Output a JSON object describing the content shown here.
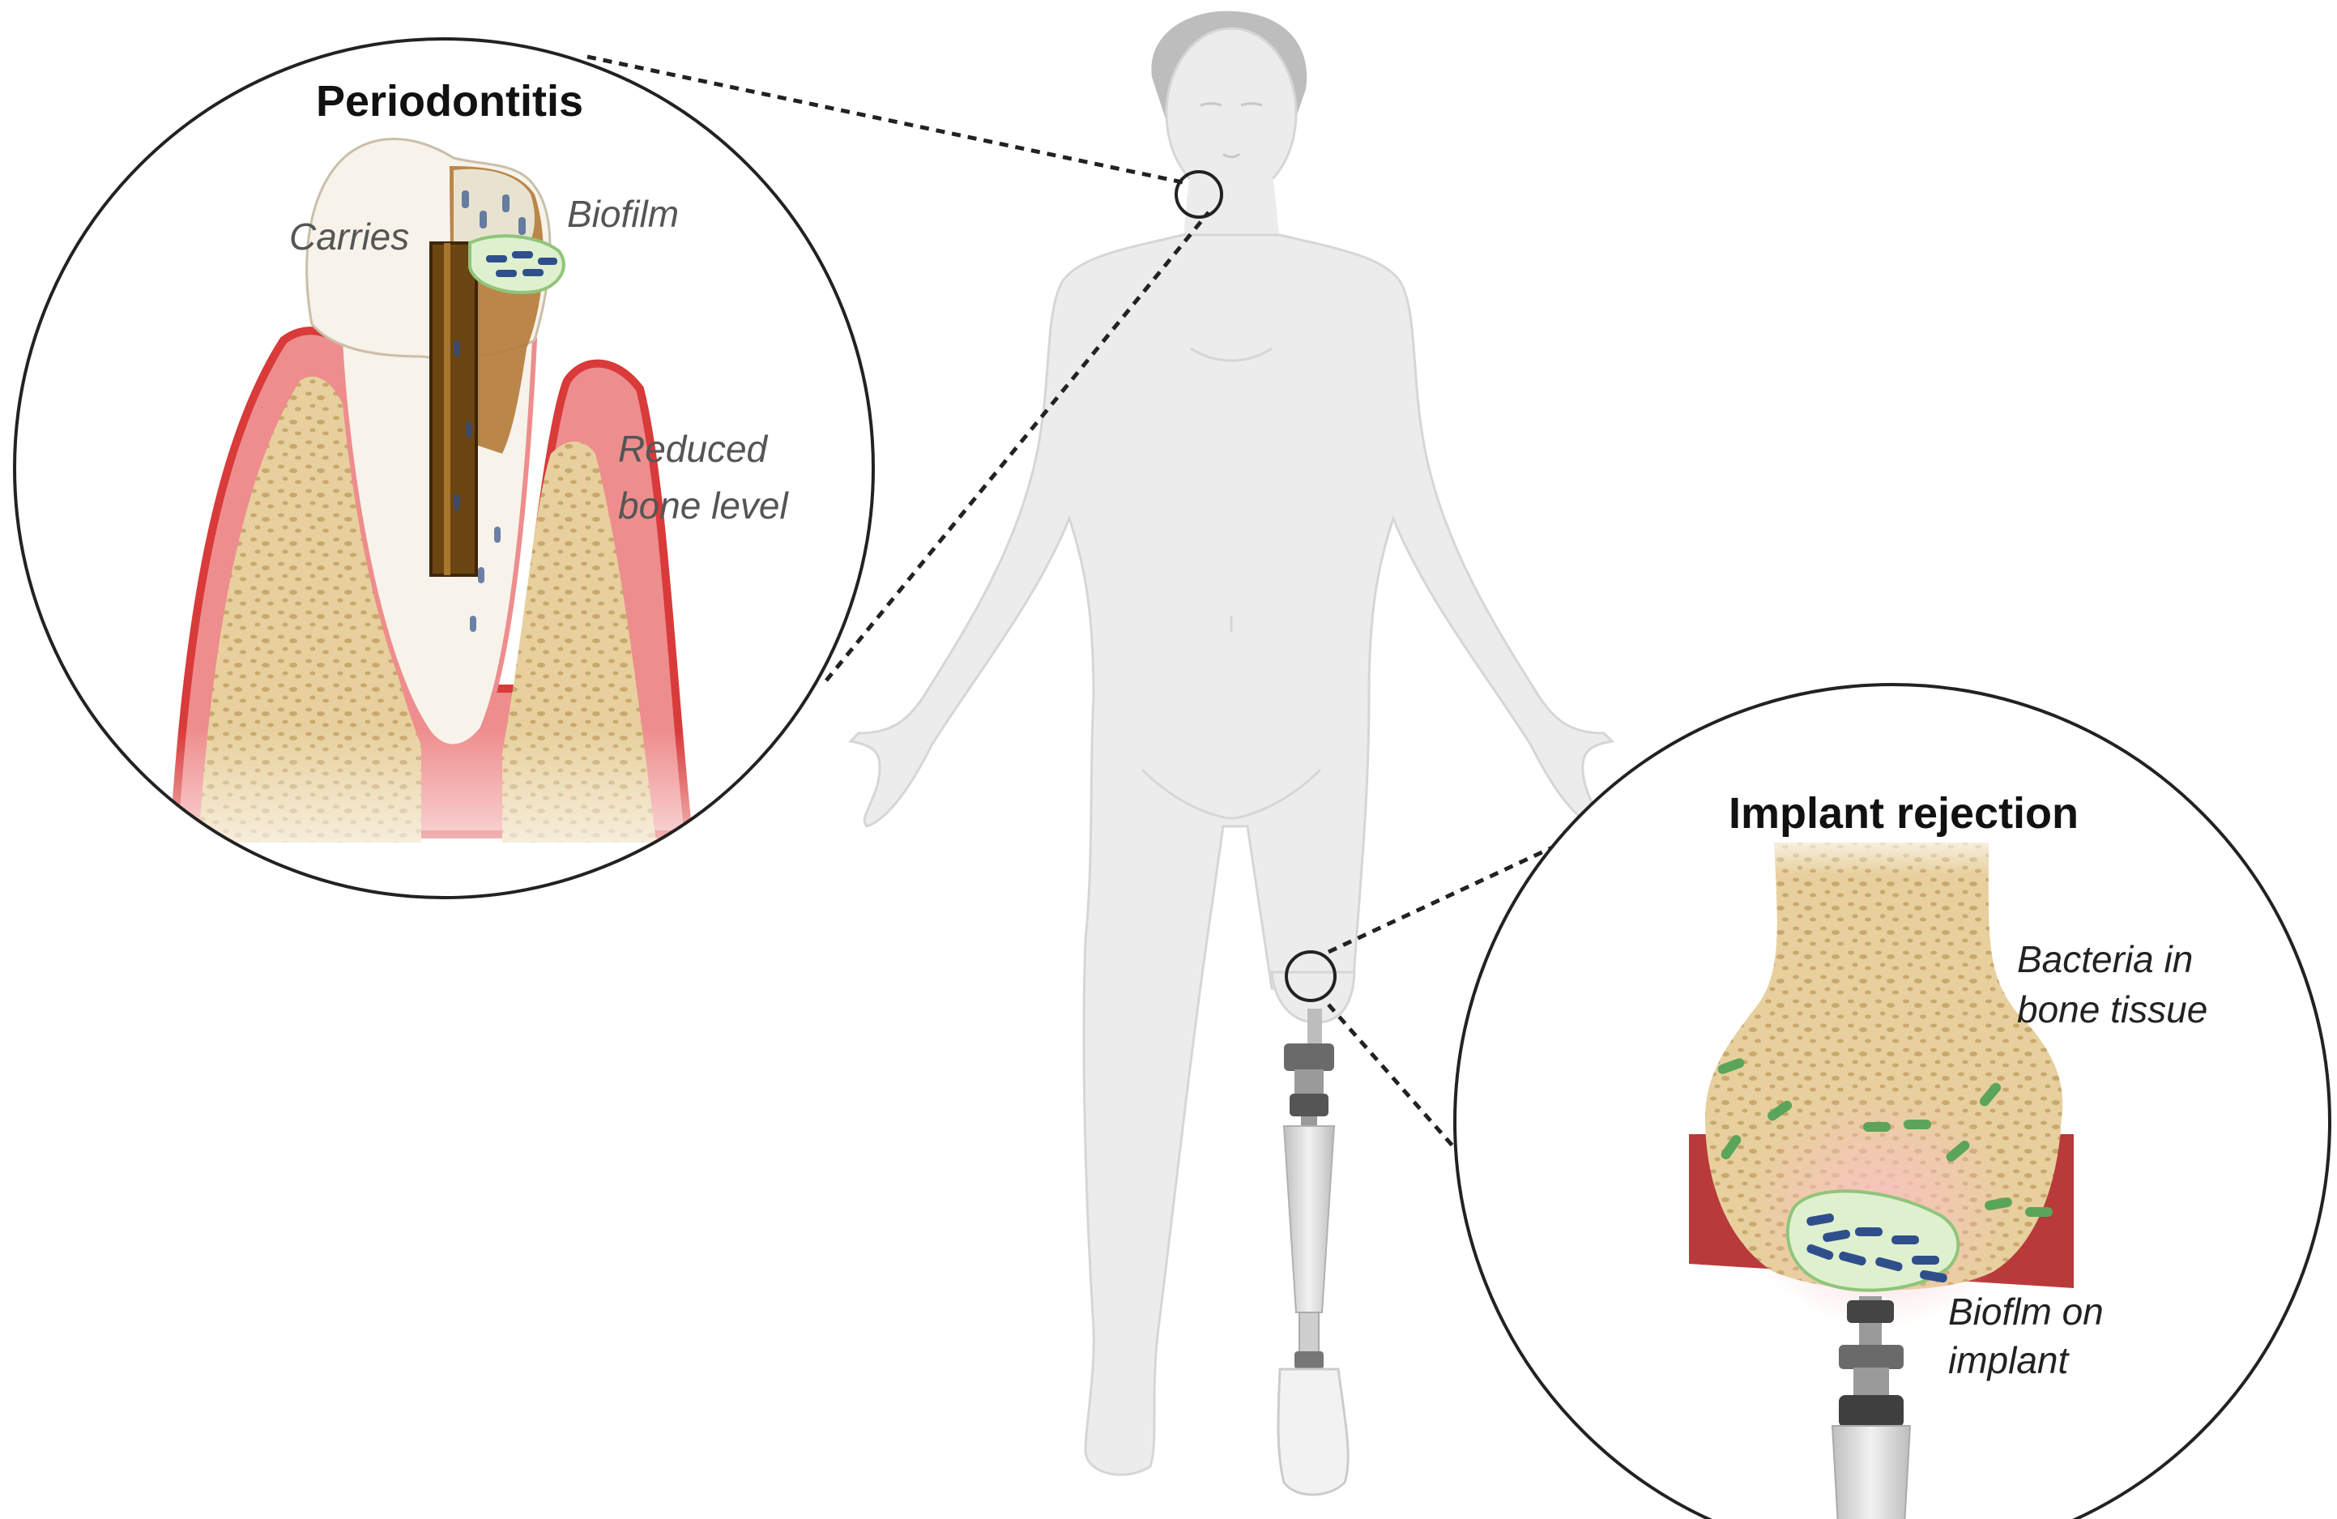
{
  "periodontitis": {
    "title": "Periodontitis",
    "labels": {
      "carries": "Carries",
      "biofilm": "Biofilm",
      "reduced_bone_1": "Reduced",
      "reduced_bone_2": "bone level"
    }
  },
  "implant": {
    "title": "Implant rejection",
    "labels": {
      "bacteria_1": "Bacteria in",
      "bacteria_2": "bone tissue",
      "biofilm_1": "Bioflm on",
      "biofilm_2": "implant"
    }
  },
  "colors": {
    "body": "#ececec",
    "body_outline": "#d6d6d6",
    "hair": "#bdbdbd",
    "bone": "#e7d09d",
    "bone_dots": "#c9a86d",
    "gum": "#ee8d8d",
    "gum_edge": "#d93a3a",
    "tooth": "#f7f3ea",
    "decay": "#8a5a1e",
    "bacteria_blue": "#2f4f8c",
    "bacteria_green": "#5aa55a",
    "biofilm_fill": "#dff0cf",
    "inflammation": "#f6b3b3",
    "prosthesis": "#d7d7d7",
    "prosthesis_dark": "#555555"
  }
}
